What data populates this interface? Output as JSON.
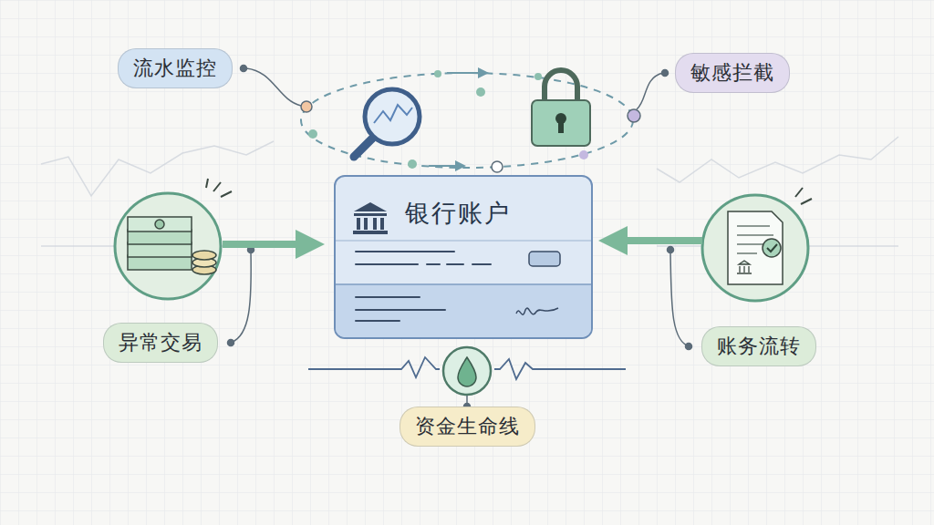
{
  "diagram": {
    "nodes": [
      {
        "text": [
          "流水监控"
        ]
      },
      {
        "text": [
          "敏感拦截"
        ]
      },
      {
        "text": [
          "银行账户"
        ]
      },
      {
        "text": [
          "异常交易"
        ]
      },
      {
        "text": [
          "账务流转"
        ]
      },
      {
        "text": [
          "资金生命线"
        ]
      }
    ]
  }
}
